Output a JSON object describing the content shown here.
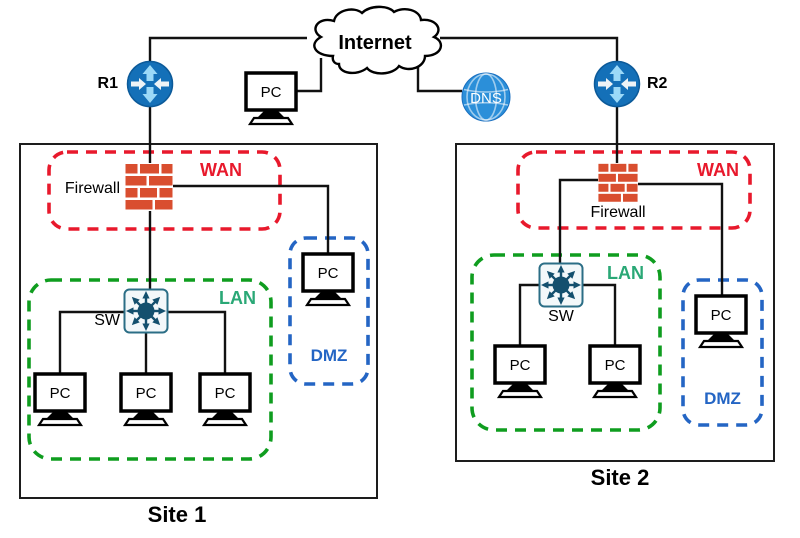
{
  "colors": {
    "line": "#111111",
    "wan": "#e8192c",
    "lan-border": "#0f9d1f",
    "lan-label": "#2aa876",
    "dmz": "#2465c4",
    "router": "#1470b8",
    "router-varrow": "#9bd9f8",
    "router-harrow": "#eef3f6",
    "brick": "#d94e2f",
    "switch": "#14506e",
    "dns-fill": "#2b8fd9"
  },
  "internet": {
    "label": "Internet"
  },
  "top_pc": {
    "label": "PC"
  },
  "dns": {
    "label": "DNS"
  },
  "routers": {
    "r1": {
      "label": "R1"
    },
    "r2": {
      "label": "R2"
    }
  },
  "site1": {
    "title": "Site 1",
    "wan": {
      "label": "WAN"
    },
    "firewall": {
      "label": "Firewall"
    },
    "lan": {
      "label": "LAN"
    },
    "switch": {
      "label": "SW"
    },
    "lan_pcs": [
      {
        "label": "PC"
      },
      {
        "label": "PC"
      },
      {
        "label": "PC"
      }
    ],
    "dmz": {
      "label": "DMZ"
    },
    "dmz_pc": {
      "label": "PC"
    }
  },
  "site2": {
    "title": "Site 2",
    "wan": {
      "label": "WAN"
    },
    "firewall": {
      "label": "Firewall"
    },
    "lan": {
      "label": "LAN"
    },
    "switch": {
      "label": "SW"
    },
    "lan_pcs": [
      {
        "label": "PC"
      },
      {
        "label": "PC"
      }
    ],
    "dmz": {
      "label": "DMZ"
    },
    "dmz_pc": {
      "label": "PC"
    }
  }
}
